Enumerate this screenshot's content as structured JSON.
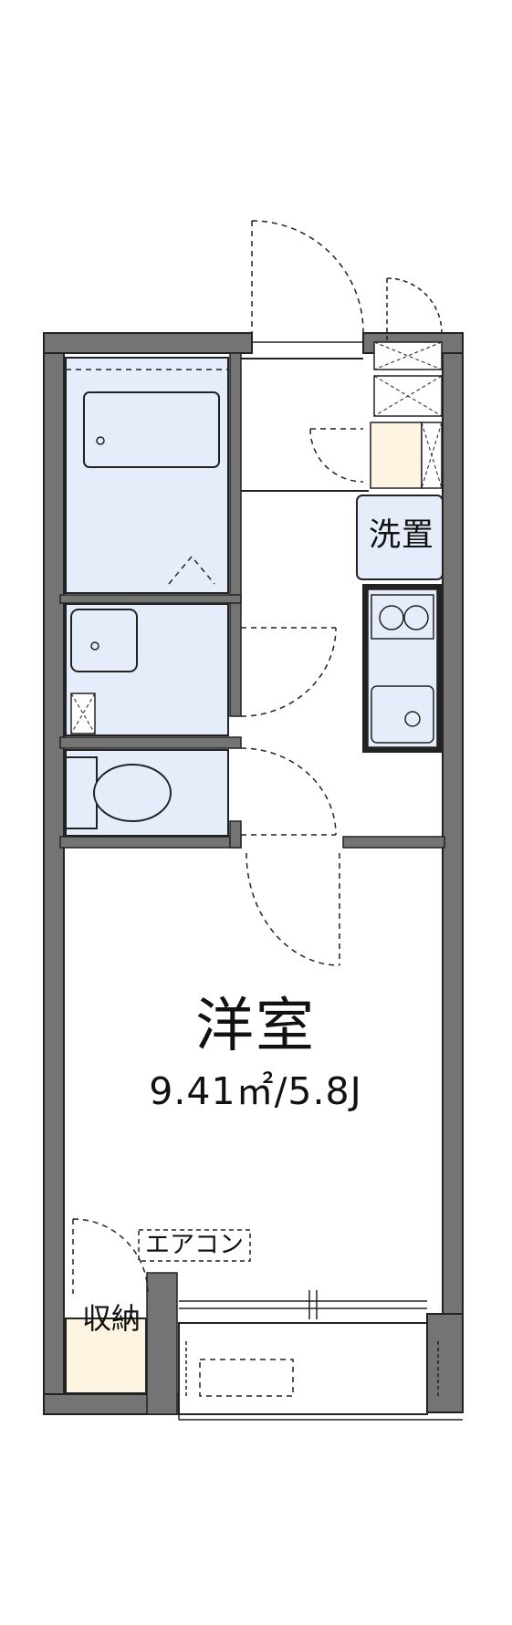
{
  "labels": {
    "washer": "洗置",
    "room_name": "洋室",
    "room_area": "9.41㎡/5.8J",
    "aircon": "エアコン",
    "storage": "収納"
  },
  "colors": {
    "wall": "#747474",
    "fixture_fill": "#e6edfa",
    "storage_fill": "#fdf5e1",
    "line": "#222222"
  }
}
